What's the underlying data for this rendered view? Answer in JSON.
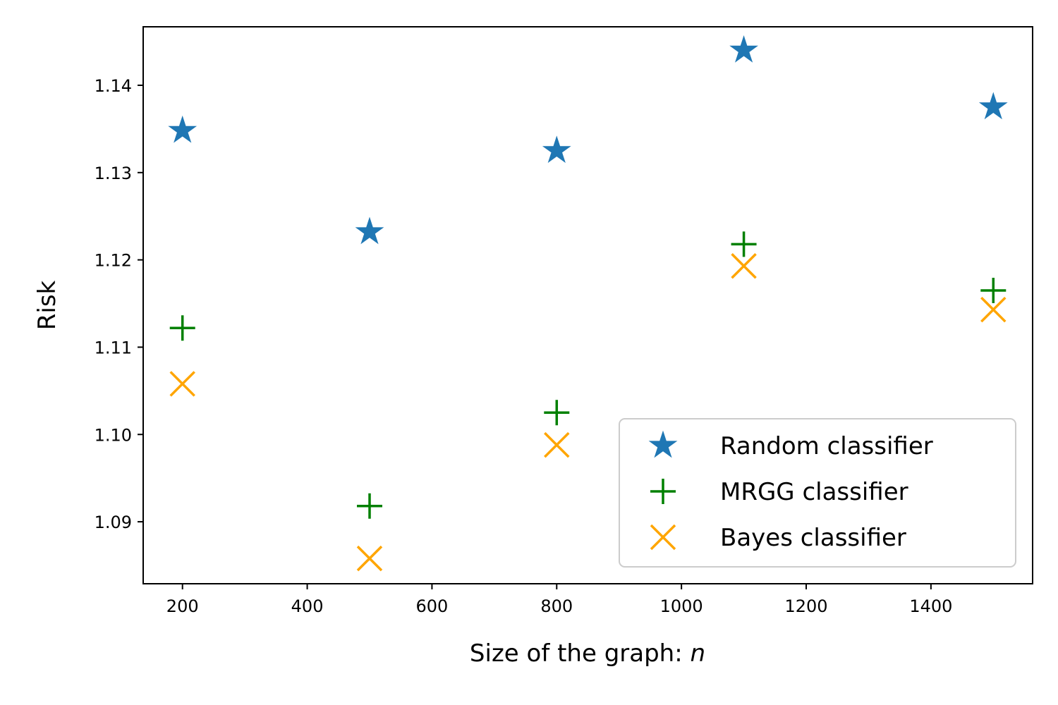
{
  "chart_data": {
    "type": "scatter",
    "xlabel": "Size of the graph: ",
    "xlabel_var": "n",
    "ylabel": "Risk",
    "xlim": [
      137,
      1563
    ],
    "ylim": [
      1.0829,
      1.1467
    ],
    "xticks": [
      200,
      400,
      600,
      800,
      1000,
      1200,
      1400
    ],
    "yticks": [
      1.09,
      1.1,
      1.11,
      1.12,
      1.13,
      1.14
    ],
    "ytick_labels": [
      "1.09",
      "1.10",
      "1.11",
      "1.12",
      "1.13",
      "1.14"
    ],
    "grid": false,
    "legend_position": "lower right",
    "series": [
      {
        "name": "Random classifier",
        "marker": "star",
        "color": "#1f77b4",
        "x": [
          200,
          500,
          800,
          1100,
          1500
        ],
        "y": [
          1.1348,
          1.1232,
          1.1325,
          1.144,
          1.1375
        ]
      },
      {
        "name": "MRGG classifier",
        "marker": "plus",
        "color": "#008000",
        "x": [
          200,
          500,
          800,
          1100,
          1500
        ],
        "y": [
          1.1122,
          1.0918,
          1.1025,
          1.1218,
          1.1165
        ]
      },
      {
        "name": "Bayes classifier",
        "marker": "x",
        "color": "#ffa500",
        "x": [
          200,
          500,
          800,
          1100,
          1500
        ],
        "y": [
          1.1058,
          1.0858,
          1.0988,
          1.1193,
          1.1143
        ]
      }
    ]
  }
}
